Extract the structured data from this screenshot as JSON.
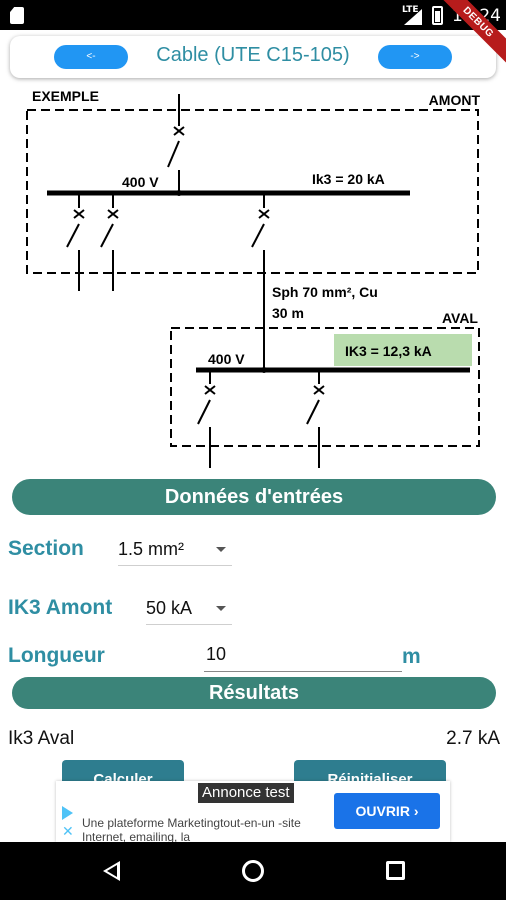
{
  "status_bar": {
    "network": "LTE",
    "time": "14:24",
    "debug_label": "DEBUG"
  },
  "app_bar": {
    "prev_label": "<-",
    "title": "Cable (UTE C15-105)",
    "next_label": "->"
  },
  "diagram": {
    "exemple": "EXEMPLE",
    "amont": "AMONT",
    "v_upstream": "400 V",
    "ik3_upstream": "Ik3 = 20 kA",
    "cable_line1": "Sph 70 mm², Cu",
    "cable_line2": "30 m",
    "aval": "AVAL",
    "v_downstream": "400 V",
    "ik3_downstream": "IK3 = 12,3 kA",
    "highlight_color": "#b9dcae"
  },
  "inputs_header": "Données d'entrées",
  "form": {
    "section_label": "Section",
    "section_value": "1.5 mm²",
    "ik3_label": "IK3 Amont",
    "ik3_value": "50 kA",
    "length_label": "Longueur",
    "length_value": "10",
    "length_unit": "m"
  },
  "results_header": "Résultats",
  "results": {
    "label": "Ik3 Aval",
    "value": "2.7 kA"
  },
  "buttons": {
    "calc": "Calculer",
    "reset": "Réinitialiser"
  },
  "ad": {
    "tag": "Annonce test",
    "text": "Une plateforme Marketingtout-en-un -site Internet, emailing, la",
    "cta": "OUVRIR"
  },
  "colors": {
    "accent": "#2f8ea3",
    "header_bg": "#3b8479",
    "nav_button": "#2196f3"
  }
}
